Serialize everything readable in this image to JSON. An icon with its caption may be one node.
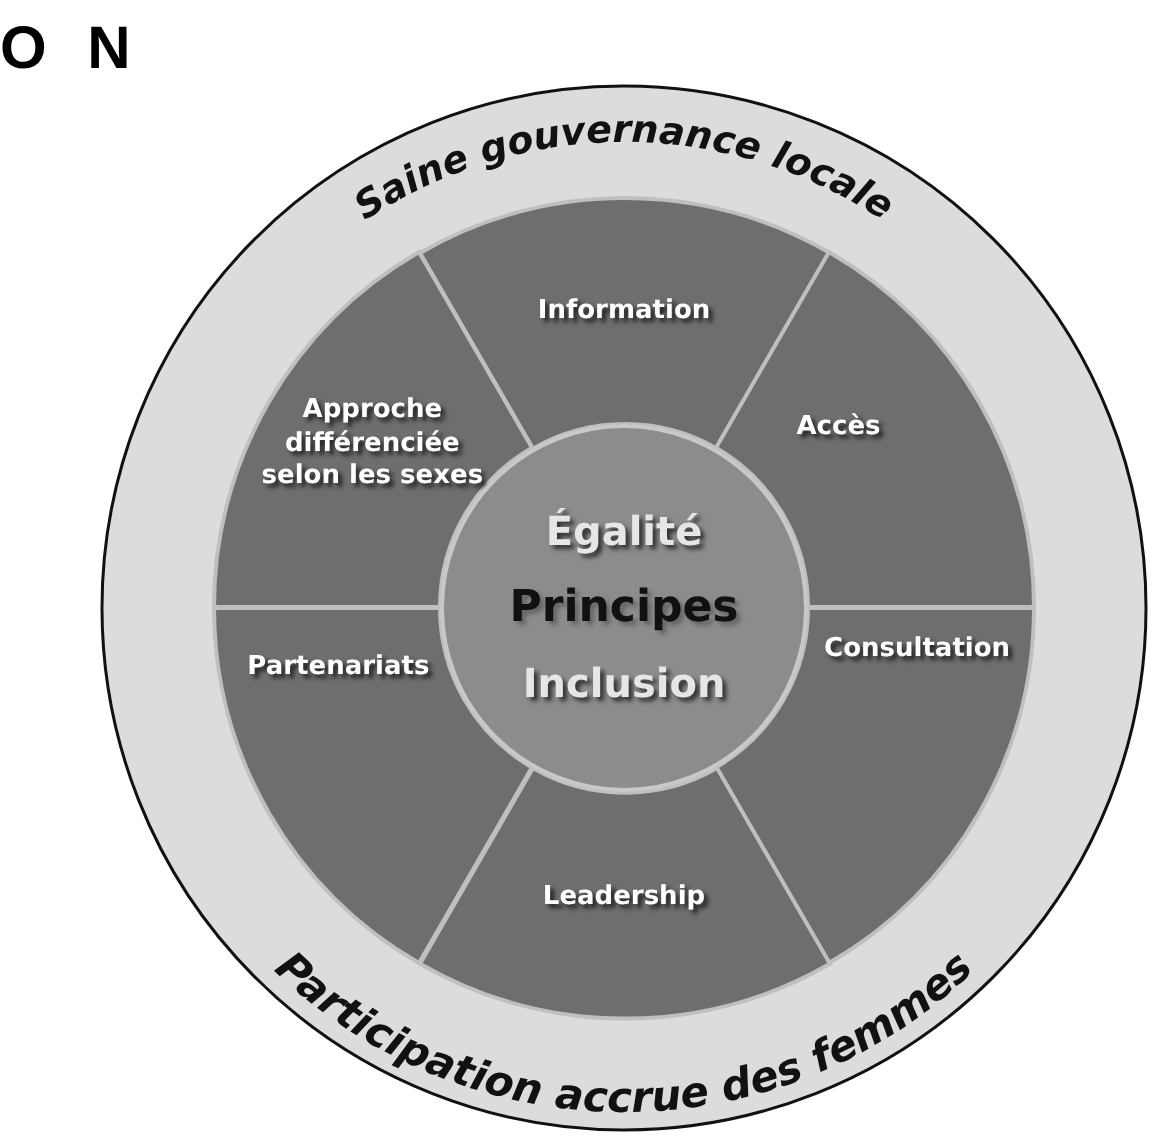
{
  "diagram": {
    "nodes": [
      {
        "text": [
          "Saine gouvernance locale",
          "Participation accrue des femmes"
        ]
      },
      {
        "text": [
          "Information"
        ],
        "in": 0
      },
      {
        "text": [
          "Accès"
        ],
        "in": 0
      },
      {
        "text": [
          "Consultation"
        ],
        "in": 0
      },
      {
        "text": [
          "Leadership"
        ],
        "in": 0
      },
      {
        "text": [
          "Partenariats"
        ],
        "in": 0
      },
      {
        "text": [
          "Approche différenciée selon les sexes"
        ],
        "in": 0
      },
      {
        "text": [
          "Égalité",
          "Principes",
          "Inclusion"
        ],
        "in": 0
      }
    ],
    "labels": [
      "O N"
    ]
  }
}
